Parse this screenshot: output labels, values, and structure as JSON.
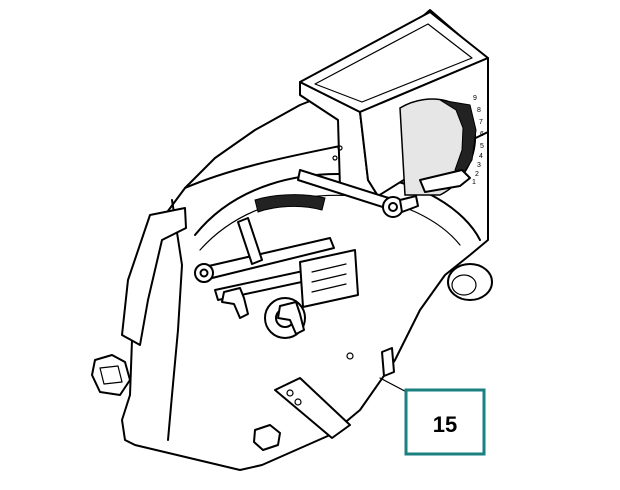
{
  "callout": {
    "label": "15",
    "box_color": "#1a8080"
  },
  "scale_labels": [
    "9",
    "8",
    "7",
    "6",
    "5",
    "4",
    "3",
    "2",
    "1"
  ],
  "colors": {
    "line": "#000000",
    "background": "#ffffff"
  }
}
